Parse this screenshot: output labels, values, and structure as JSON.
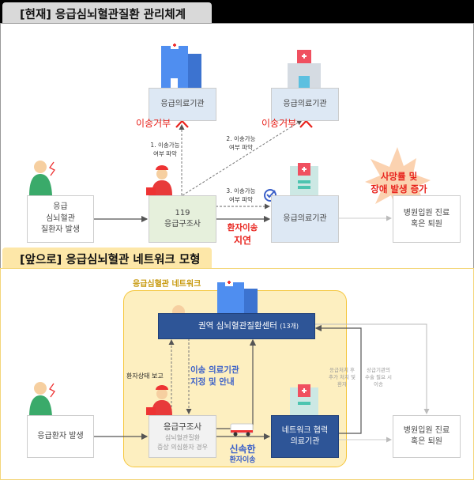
{
  "current": {
    "title": "[현재] 응급심뇌혈관질환 관리체계",
    "hospital1": "응급의료기관",
    "hospital2": "응급의료기관",
    "hospital3": "응급의료기관",
    "refusal1": "이송거부",
    "refusal2": "이송거부",
    "step1": [
      "1. 이송가능",
      "여부 파악"
    ],
    "step2": [
      "2. 이송가능",
      "여부 파악"
    ],
    "step3": [
      "3. 이송가능",
      "여부 파악"
    ],
    "patient": [
      "응급",
      "심뇌혈관",
      "질환자 발생"
    ],
    "ems": [
      "119",
      "응급구조사"
    ],
    "delay": [
      "환자이송",
      "지연"
    ],
    "outcome": [
      "사망률 및",
      "장애 발생 증가"
    ],
    "result": [
      "병원입원 진료",
      "혹은 퇴원"
    ]
  },
  "future": {
    "title": "[앞으로] 응급심뇌혈관 네트워크 모형",
    "network_label": "응급심혈관 네트워크",
    "center": "권역 심뇌혈관질환센터",
    "center_count": "(13개)",
    "report": "환자상태 보고",
    "guide": [
      "이송 의료기관",
      "지정 및 안내"
    ],
    "patient": "응급환자 발생",
    "ems": "응급구조사",
    "ems_sub": [
      "심뇌혈관질환",
      "증상 의심환자 경우"
    ],
    "fast": [
      "신속한",
      "환자이송"
    ],
    "partner": [
      "네트워크 협력",
      "의료기관"
    ],
    "transfer_note1": [
      "응급처치 후",
      "추가 처치 및",
      "환자"
    ],
    "transfer_note2": [
      "상급기관의",
      "수술 필요 시",
      "이송"
    ],
    "result": [
      "병원입원 진료",
      "혹은 퇴원"
    ]
  },
  "colors": {
    "red": "#e8231d",
    "navy": "#2e5597",
    "yellow": "#fdefc0",
    "green": "#e6f0dc",
    "lightblue": "#dde8f4"
  }
}
